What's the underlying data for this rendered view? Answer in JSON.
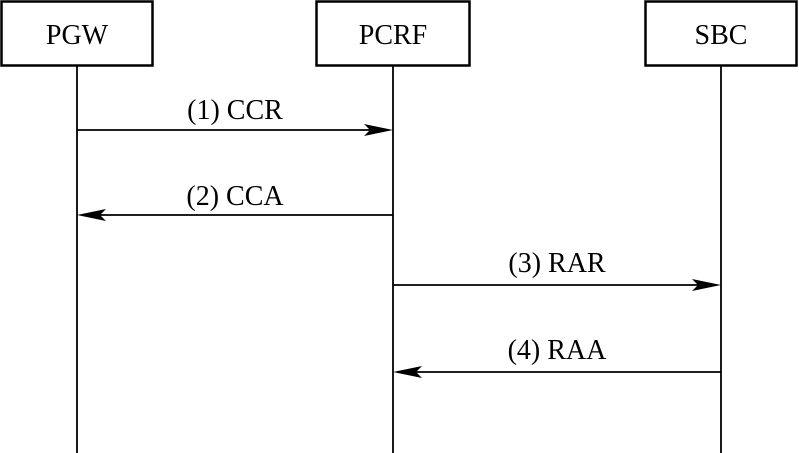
{
  "entities": [
    {
      "id": "pgw",
      "label": "PGW"
    },
    {
      "id": "pcrf",
      "label": "PCRF"
    },
    {
      "id": "sbc",
      "label": "SBC"
    }
  ],
  "messages": [
    {
      "id": "msg-1",
      "label": "(1) CCR",
      "from": "pgw",
      "to": "pcrf"
    },
    {
      "id": "msg-2",
      "label": "(2) CCA",
      "from": "pcrf",
      "to": "pgw"
    },
    {
      "id": "msg-3",
      "label": "(3) RAR",
      "from": "pcrf",
      "to": "sbc"
    },
    {
      "id": "msg-4",
      "label": "(4) RAA",
      "from": "sbc",
      "to": "pcrf"
    }
  ]
}
